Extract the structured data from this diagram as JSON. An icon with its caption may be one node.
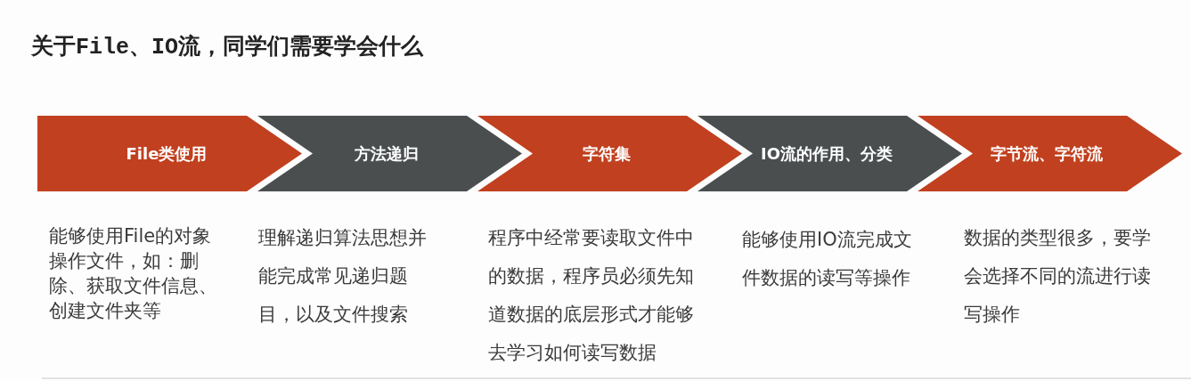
{
  "diagram": {
    "title": "关于File、IO流，同学们需要学会什么",
    "nodes": [
      {
        "text": [
          "File类使用"
        ],
        "beside": [
          "能够使用File的对象操作文件，如：删除、获取文件信息、创建文件夹等"
        ]
      },
      {
        "text": [
          "方法递归"
        ],
        "beside": [
          "理解递归算法思想并能完成常见递归题目，以及文件搜索"
        ]
      },
      {
        "text": [
          "字符集"
        ],
        "beside": [
          "程序中经常要读取文件中的数据，程序员必须先知道数据的底层形式才能够去学习如何读写数据"
        ]
      },
      {
        "text": [
          "IO流的作用、分类"
        ],
        "beside": [
          "能够使用IO流完成文件数据的读写等操作"
        ]
      },
      {
        "text": [
          "字节流、字符流"
        ],
        "beside": [
          "数据的类型很多，要学会选择不同的流进行读写操作"
        ]
      }
    ]
  }
}
